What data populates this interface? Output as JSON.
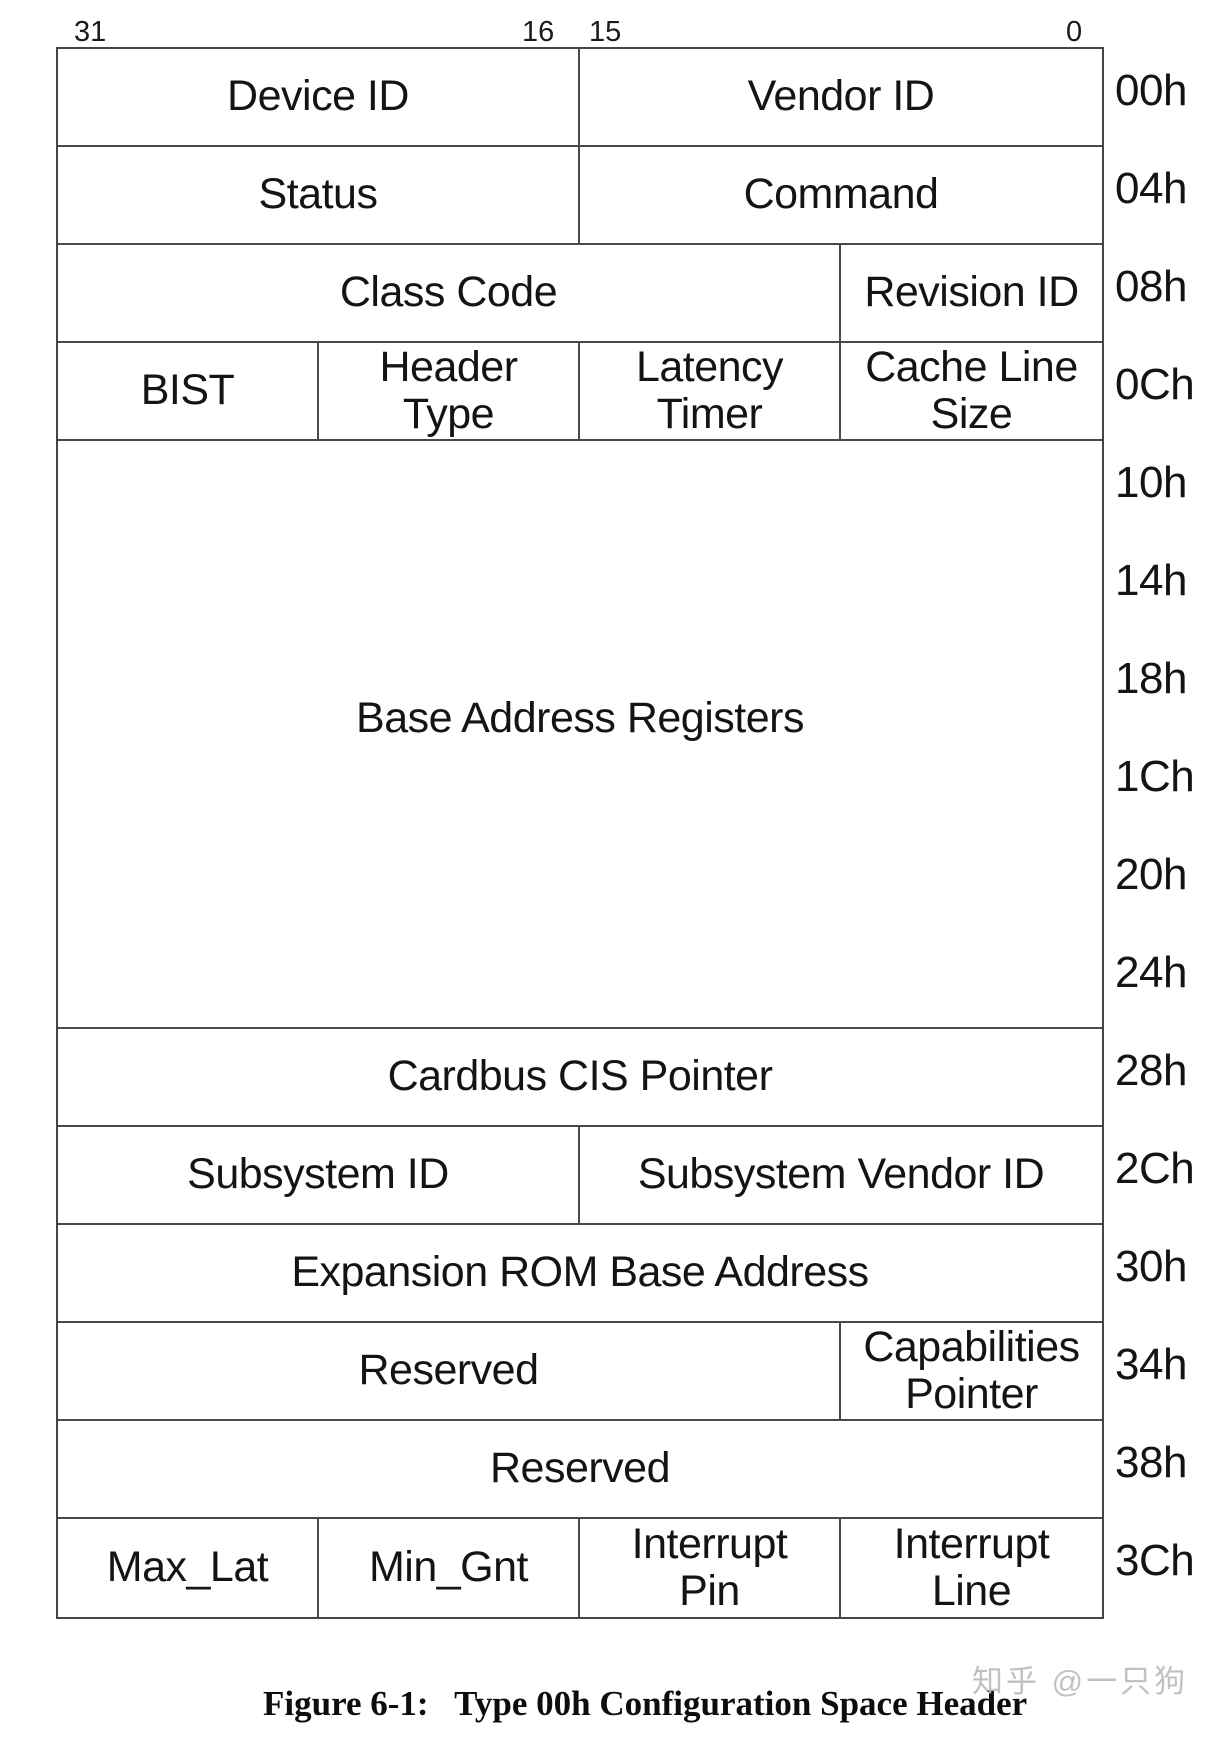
{
  "figure": {
    "bit_labels": [
      "31",
      "16",
      "15",
      "0"
    ],
    "rows": [
      {
        "offset": "00h",
        "cells": [
          {
            "label": "Device ID"
          },
          {
            "label": "Vendor ID"
          }
        ]
      },
      {
        "offset": "04h",
        "cells": [
          {
            "label": "Status"
          },
          {
            "label": "Command"
          }
        ]
      },
      {
        "offset": "08h",
        "cells": [
          {
            "label": "Class Code"
          },
          {
            "label": "Revision ID"
          }
        ]
      },
      {
        "offset": "0Ch",
        "cells": [
          {
            "label": "BIST"
          },
          {
            "label": "Header\nType"
          },
          {
            "label": "Latency\nTimer"
          },
          {
            "label": "Cache Line\nSize"
          }
        ]
      },
      {
        "offset": "10h-24h",
        "cells": [
          {
            "label": "Base Address Registers"
          }
        ]
      },
      {
        "offset": "28h",
        "cells": [
          {
            "label": "Cardbus CIS Pointer"
          }
        ]
      },
      {
        "offset": "2Ch",
        "cells": [
          {
            "label": "Subsystem ID"
          },
          {
            "label": "Subsystem Vendor ID"
          }
        ]
      },
      {
        "offset": "30h",
        "cells": [
          {
            "label": "Expansion ROM Base Address"
          }
        ]
      },
      {
        "offset": "34h",
        "cells": [
          {
            "label": "Reserved"
          },
          {
            "label": "Capabilities\nPointer"
          }
        ]
      },
      {
        "offset": "38h",
        "cells": [
          {
            "label": "Reserved"
          }
        ]
      },
      {
        "offset": "3Ch",
        "cells": [
          {
            "label": "Max_Lat"
          },
          {
            "label": "Min_Gnt"
          },
          {
            "label": "Interrupt\nPin"
          },
          {
            "label": "Interrupt\nLine"
          }
        ]
      }
    ],
    "offsets": [
      "00h",
      "04h",
      "08h",
      "0Ch",
      "10h",
      "14h",
      "18h",
      "1Ch",
      "20h",
      "24h",
      "28h",
      "2Ch",
      "30h",
      "34h",
      "38h",
      "3Ch"
    ],
    "caption": "Figure 6-1:   Type 00h Configuration Space Header",
    "watermark": "知乎 @一只狗",
    "colors": {
      "text": "#141414",
      "border": "#4a4a4a",
      "watermark": "#bebebe",
      "background": "#ffffff"
    }
  }
}
